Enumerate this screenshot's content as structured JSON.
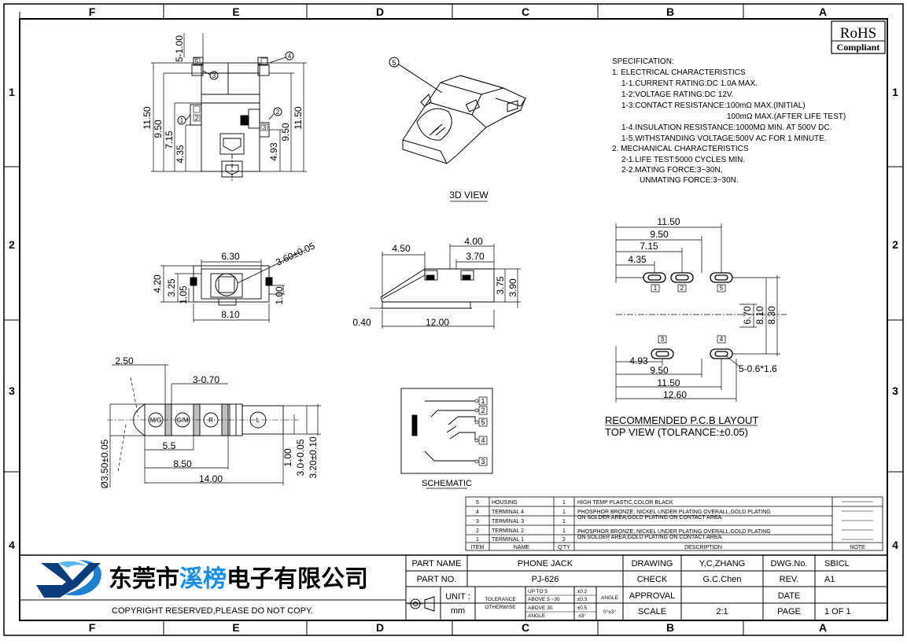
{
  "frame": {
    "columns_top": [
      "F",
      "E",
      "D",
      "C",
      "B",
      "A"
    ],
    "rows_side": [
      "1",
      "2",
      "3",
      "4"
    ]
  },
  "rohs": {
    "line1": "RoHS",
    "line2": "Compliant"
  },
  "spec": {
    "heading": "SPECIFICATION:",
    "lines": [
      "1. ELECTRICAL CHARACTERISTICS",
      "1-1.CURRENT RATING:DC 1.0A MAX.",
      "1-2:VOLTAGE RATING:DC 12V.",
      "1-3:CONTACT RESISTANCE:100mΩ MAX.(INITIAL)",
      "100mΩ MAX.(AFTER LIFE TEST)",
      "1-4.INSULATION RESISTANCE:1000MΩ MIN. AT 500V DC.",
      "1-5.WITHSTANDING VOLTAGE:500V AC FOR 1 MINUTE.",
      "2. MECHANICAL CHARACTERISTICS",
      "2-1.LIFE TEST:5000 CYCLES MIN.",
      "2-2.MATING FORCE:3~30N,",
      "UNMATING FORCE:3~30N."
    ]
  },
  "view3d": {
    "label": "3D VIEW",
    "callout": "5"
  },
  "top_view": {
    "dims": [
      "5-1.00",
      "11.50",
      "9.50",
      "7.15",
      "4.35",
      "4.93",
      "9.50",
      "11.50"
    ],
    "callouts": [
      "5",
      "4",
      "3",
      "2",
      "1",
      "2",
      "3"
    ]
  },
  "front_view": {
    "dims": [
      "6.30",
      "3.60±0.05",
      "4.20",
      "3.25",
      "1.05",
      "1.00",
      "8.10"
    ]
  },
  "side_view": {
    "dims": [
      "4.50",
      "4.00",
      "3.70",
      "3.75",
      "3.90",
      "0.40",
      "12.00"
    ]
  },
  "plug_view": {
    "dims": [
      "2.50",
      "3-0.70",
      "5.5",
      "8.50",
      "14.00",
      "Ø3.50±0.05",
      "1.00",
      "3.0+0.05",
      "3.20±0.10"
    ],
    "labels": [
      "M/G",
      "G/M",
      "R",
      "L"
    ]
  },
  "schematic": {
    "label": "SCHEMATIC",
    "pins": [
      "1",
      "2",
      "5",
      "4",
      "3"
    ]
  },
  "pcb": {
    "dims_top": [
      "11.50",
      "9.50",
      "7.15",
      "4.35"
    ],
    "dims_bottom": [
      "4.93",
      "9.50",
      "11.50",
      "12.60"
    ],
    "dims_side": [
      "6.70",
      "8.10",
      "8.30"
    ],
    "pad_callout": "5-0.6*1.6",
    "pad_labels_top": [
      "1",
      "2",
      "5"
    ],
    "pad_labels_bottom": [
      "3",
      "4"
    ],
    "title": "RECOMMENDED P.C.B LAYOUT",
    "subtitle": "TOP VIEW (TOLRANCE:±0.05)"
  },
  "bom": {
    "header": {
      "item": "ITEM",
      "name": "NAME",
      "qty": "Q'TY",
      "description": "DESCRIPTION",
      "note": "NOTE"
    },
    "rows": [
      {
        "item": "5",
        "name": "HOUSING",
        "qty": "1",
        "desc1": "HIGH TEMP PLASTIC,COLOR BLACK",
        "desc2": ""
      },
      {
        "item": "4",
        "name": "TERMINAL 4",
        "qty": "1",
        "desc1": "PHOSPHOR BRONZE; NICKEL UNDER PLATING OVERALL,GOLD PLATING",
        "desc2": "ON SOLDER AREA;GOLD PLATING ON CONTACT AREA."
      },
      {
        "item": "3",
        "name": "TERMINAL 3",
        "qty": "1",
        "desc1": "",
        "desc2": ""
      },
      {
        "item": "2",
        "name": "TERMINAL 2",
        "qty": "1",
        "desc1": "PHOSPHOR BRONZE; NICKEL UNDER PLATING OVERALL,GOLD PLATING",
        "desc2": "ON SOLDER AREA;GOLD PLATING ON CONTACT AREA."
      },
      {
        "item": "1",
        "name": "TERMINAL 1",
        "qty": "2",
        "desc1": "",
        "desc2": ""
      }
    ]
  },
  "title_block": {
    "company": "东莞市溪榜电子有限公司",
    "company_plain": "东莞市",
    "company_blue": "溪榜",
    "company_rest": "电子有限公司",
    "copyright": "COPYRIGHT RESERVED,PLEASE DO NOT COPY.",
    "part_name_label": "PART NAME",
    "part_name": "PHONE JACK",
    "part_no_label": "PART NO.",
    "part_no": "PJ-626",
    "unit_label": "UNIT :",
    "unit": "mm",
    "tolerance_label1": "TOLERANCE",
    "tolerance_label2": "OTHERWISE",
    "tol_rows": [
      {
        "range": "UP TO 5",
        "value": "±0.2"
      },
      {
        "range": "ABOVE 5 ~30",
        "value": "±0.3"
      },
      {
        "range": "ABOVE 30",
        "value": "±0.5"
      }
    ],
    "angle_row_label": "ANGLE",
    "angle_row_value": "±3°",
    "angle_label": "ANGLE",
    "angle_value": "0°±3°",
    "drawing_label": "DRAWING",
    "drawing": "Y,C,ZHANG",
    "check_label": "CHECK",
    "check": "G.C.Chen",
    "approval_label": "APPROVAL",
    "approval": "",
    "scale_label": "SCALE",
    "scale": "2:1",
    "dwg_label": "DWG.No.",
    "dwg": "SBICL",
    "rev_label": "REV.",
    "rev": "A1",
    "date_label": "DATE",
    "date": "",
    "page_label": "PAGE",
    "page": "1 OF 1"
  },
  "colors": {
    "ink": "#000000",
    "logo_blue": "#1e7fd0",
    "logo_dark": "#0a3d7a",
    "accent": "#1a8fe3"
  }
}
